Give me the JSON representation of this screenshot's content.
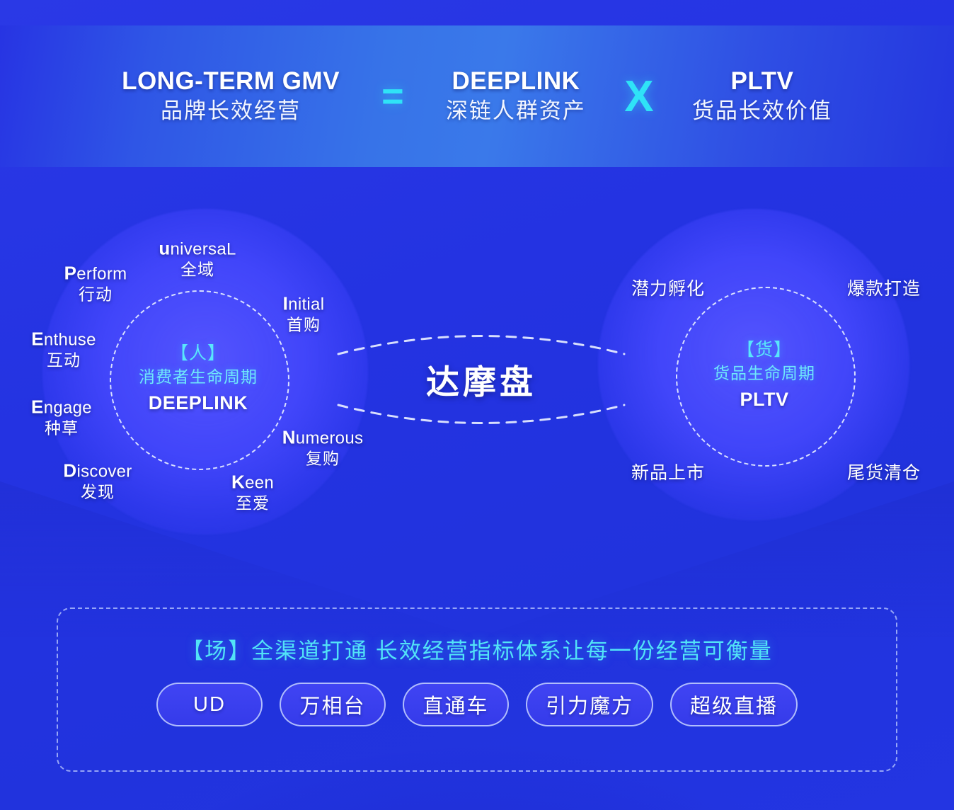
{
  "header": {
    "groups": [
      {
        "en": "LONG-TERM GMV",
        "cn": "品牌长效经营"
      },
      {
        "en": "DEEPLINK",
        "cn": "深链人群资产"
      },
      {
        "en": "PLTV",
        "cn": "货品长效价值"
      }
    ],
    "operator_equals": "=",
    "operator_multiply": "X",
    "accent_color": "#2fe3f7"
  },
  "diagram": {
    "center_label": "达摩盘",
    "left": {
      "bracket": "【人】",
      "subtitle": "消费者生命周期",
      "brand": "DEEPLINK",
      "labels": [
        {
          "en_first": "u",
          "en_rest": "niversaL",
          "cn": "全域"
        },
        {
          "en_first": "P",
          "en_rest": "erform",
          "cn": "行动"
        },
        {
          "en_first": "E",
          "en_rest": "nthuse",
          "cn": "互动"
        },
        {
          "en_first": "E",
          "en_rest": "ngage",
          "cn": "种草"
        },
        {
          "en_first": "D",
          "en_rest": "iscover",
          "cn": "发现"
        },
        {
          "en_first": "K",
          "en_rest": "een",
          "cn": "至爱"
        },
        {
          "en_first": "N",
          "en_rest": "umerous",
          "cn": "复购"
        },
        {
          "en_first": "I",
          "en_rest": "nitial",
          "cn": "首购"
        }
      ]
    },
    "right": {
      "bracket": "【货】",
      "subtitle": "货品生命周期",
      "brand": "PLTV",
      "labels": [
        {
          "cn": "潜力孵化"
        },
        {
          "cn": "爆款打造"
        },
        {
          "cn": "新品上市"
        },
        {
          "cn": "尾货清仓"
        }
      ]
    }
  },
  "bottom": {
    "title": "【场】全渠道打通 长效经营指标体系让每一份经营可衡量",
    "title_color": "#52e3f7",
    "chips": [
      {
        "label": "UD"
      },
      {
        "label": "万相台"
      },
      {
        "label": "直通车"
      },
      {
        "label": "引力魔方"
      },
      {
        "label": "超级直播"
      }
    ]
  }
}
